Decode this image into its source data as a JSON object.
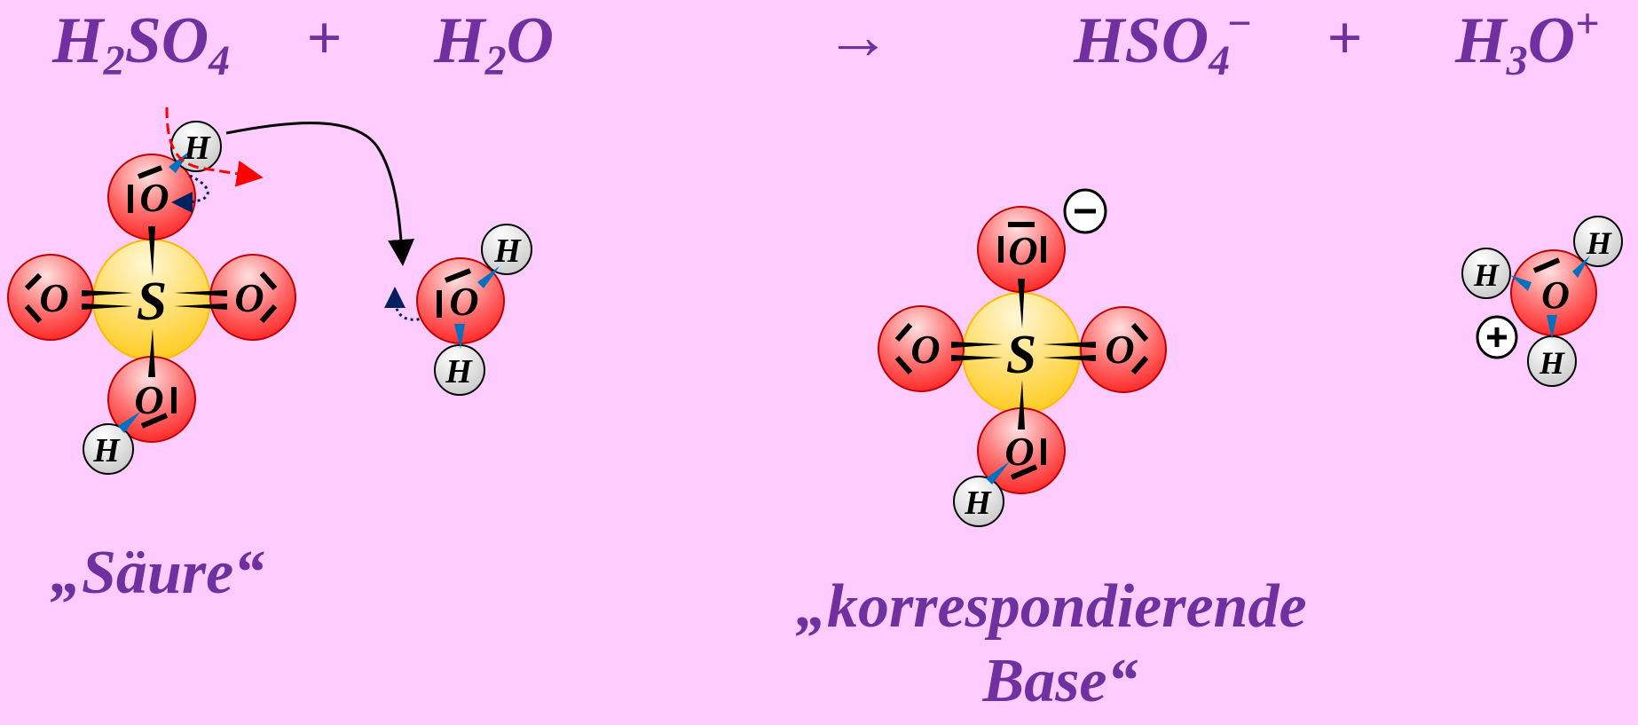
{
  "equation": {
    "reactant1": {
      "base": "H",
      "sub1": "2",
      "mid": "SO",
      "sub2": "4"
    },
    "plus1": "+",
    "reactant2": {
      "base": "H",
      "sub": "2",
      "end": "O"
    },
    "arrow": "→",
    "product1": {
      "base": "HSO",
      "sub": "4",
      "sup": "−"
    },
    "plus2": "+",
    "product2": {
      "base": "H",
      "sub": "3",
      "end": "O",
      "sup": "+"
    }
  },
  "atoms": {
    "sulfur": "S",
    "oxygen": "O",
    "hydrogen": "H"
  },
  "charges": {
    "minus": "−",
    "plus": "+"
  },
  "labels": {
    "acid": "„Säure“",
    "base_line1": "„korrespondierende",
    "base_line2": "Base“"
  },
  "colors": {
    "background": "#ffccff",
    "text": "#7030a0",
    "oxygen": "#ff3b3b",
    "sulfur": "#ffd633",
    "hydrogen": "#e0e0e0",
    "polarity_arrow": "#0070c0",
    "proton_path": "#ff0000",
    "electron_path": "#002060"
  }
}
